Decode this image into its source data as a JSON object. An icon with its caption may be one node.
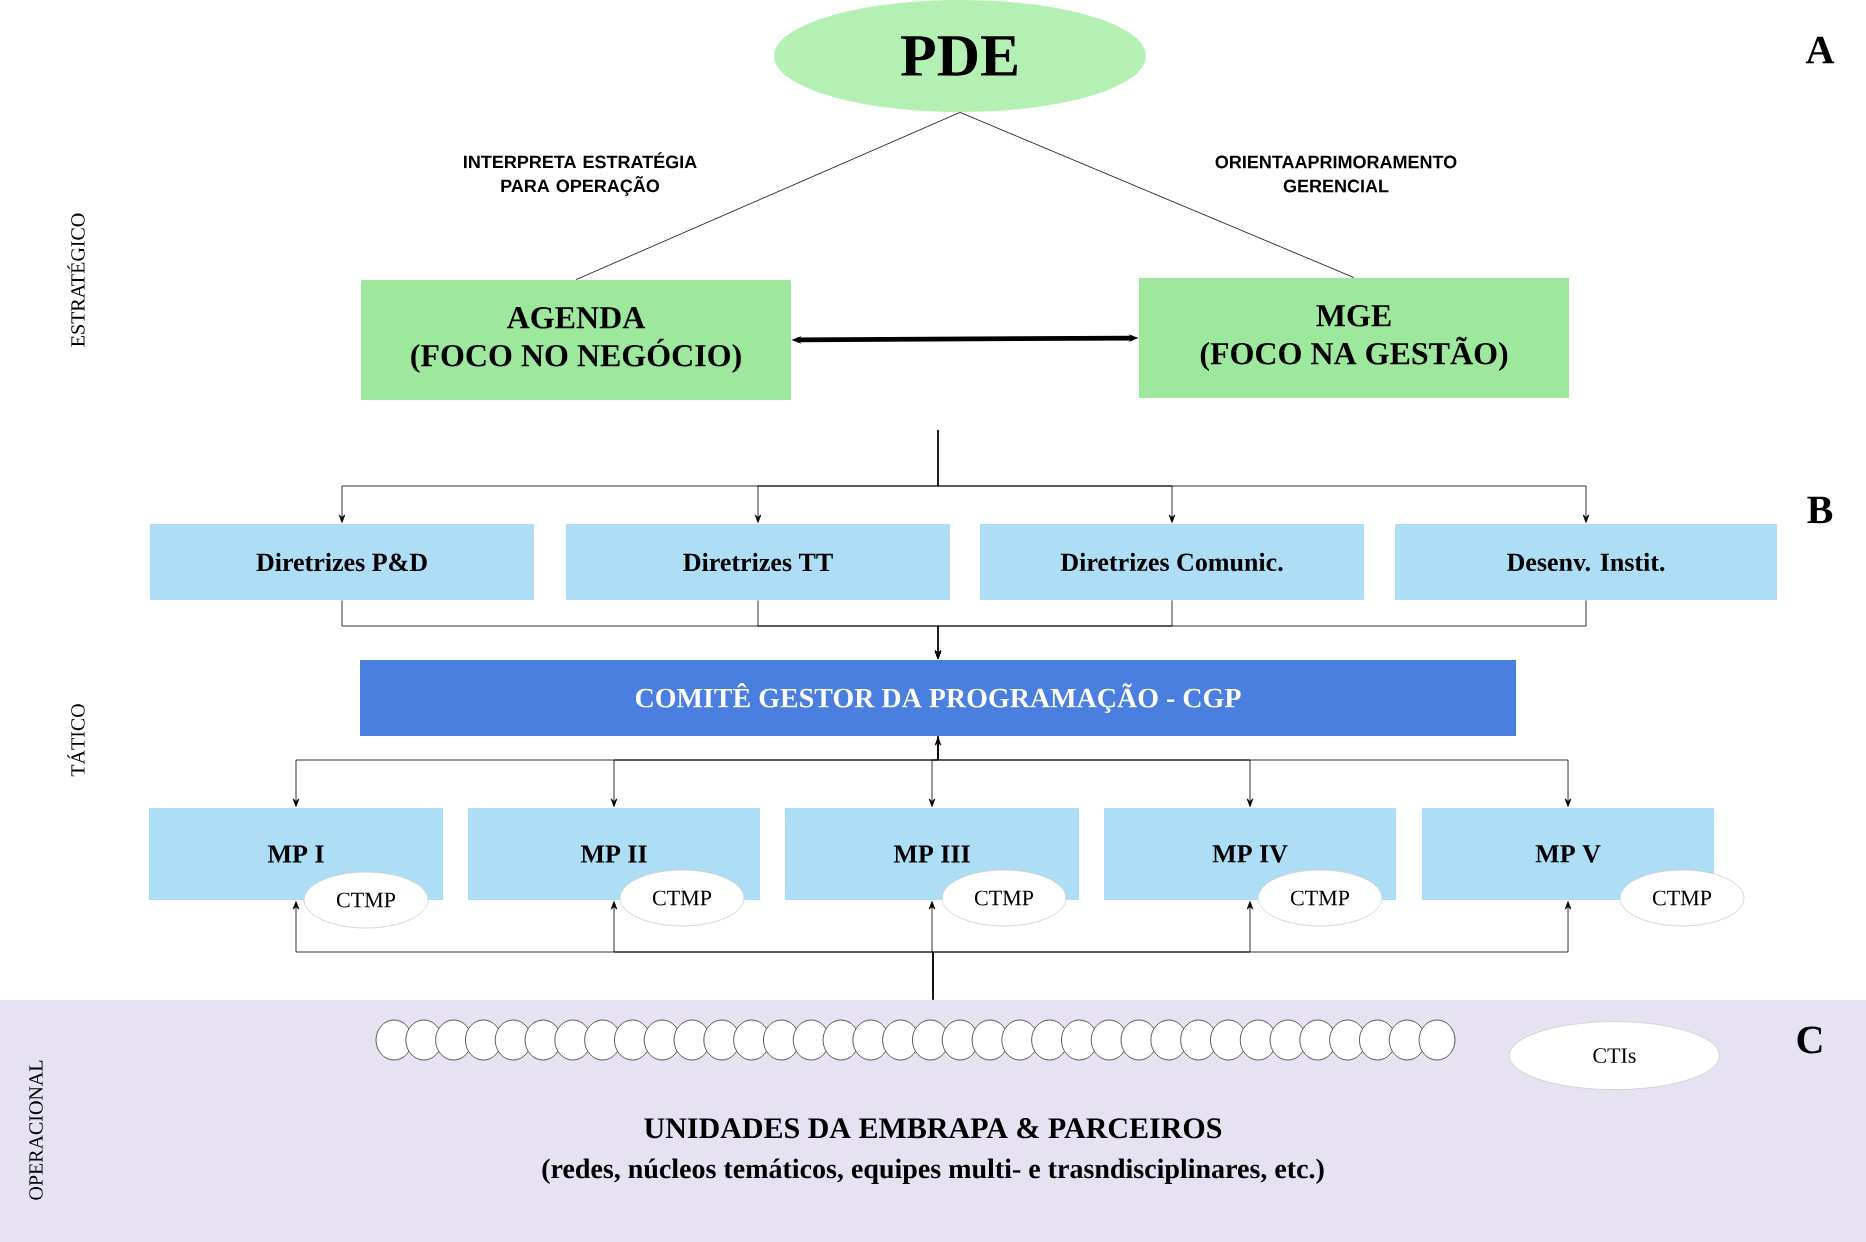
{
  "diagram": {
    "nodes": [
      {
        "text": [
          "PDE"
        ]
      },
      {
        "text": [
          "AGENDA",
          "(FOCO NO NEGÓCIO)"
        ]
      },
      {
        "text": [
          "MGE",
          "(FOCO NA GESTÃO)"
        ]
      },
      {
        "text": [
          "Diretrizes P&D"
        ]
      },
      {
        "text": [
          "Diretrizes TT"
        ]
      },
      {
        "text": [
          "Diretrizes Comunic."
        ]
      },
      {
        "text": [
          "Desenv. Instit."
        ]
      },
      {
        "text": [
          "COMITÊ GESTOR DA PROGRAMAÇÃO - CGP"
        ]
      },
      {
        "text": [
          "MP I"
        ]
      },
      {
        "text": [
          "MP II"
        ]
      },
      {
        "text": [
          "MP III"
        ]
      },
      {
        "text": [
          "MP IV"
        ]
      },
      {
        "text": [
          "MP V"
        ]
      },
      {
        "text": [
          "CTMP"
        ]
      },
      {
        "text": [
          "CTMP"
        ]
      },
      {
        "text": [
          "CTMP"
        ]
      },
      {
        "text": [
          "CTMP"
        ]
      },
      {
        "text": [
          "CTMP"
        ]
      },
      {
        "text": [
          "UNIDADES DA EMBRAPA & PARCEIROS",
          "(redes, núcleos temáticos, equipes multi- e trasndisciplinares, etc.)"
        ]
      },
      {
        "text": [
          "CTIs"
        ],
        "in": 18
      }
    ],
    "edges": [
      {
        "from": 0,
        "to": 1,
        "arrow": "none",
        "label": "INTERPRETA ESTRATÉGIA PARA OPERAÇÃO"
      },
      {
        "from": 0,
        "to": 2,
        "arrow": "none",
        "label": "ORIENTAAPRIMORAMENTO GERENCIAL"
      },
      {
        "from": 1,
        "to": 2,
        "arrow": "both",
        "style": "thick"
      },
      {
        "from": null,
        "to": 3,
        "arrow": "to"
      },
      {
        "from": null,
        "to": 4,
        "arrow": "to"
      },
      {
        "from": null,
        "to": 5,
        "arrow": "to"
      },
      {
        "from": null,
        "to": 6,
        "arrow": "to"
      },
      {
        "from": 3,
        "to": 7,
        "arrow": "to"
      },
      {
        "from": 4,
        "to": 7,
        "arrow": "to"
      },
      {
        "from": 5,
        "to": 7,
        "arrow": "to"
      },
      {
        "from": 6,
        "to": 7,
        "arrow": "to"
      },
      {
        "from": null,
        "to": 7,
        "arrow": "to"
      },
      {
        "from": 7,
        "to": 8,
        "arrow": "to"
      },
      {
        "from": 7,
        "to": 9,
        "arrow": "to"
      },
      {
        "from": 7,
        "to": 10,
        "arrow": "to"
      },
      {
        "from": 7,
        "to": 11,
        "arrow": "to"
      },
      {
        "from": 7,
        "to": 12,
        "arrow": "to"
      },
      {
        "from": 18,
        "to": 8,
        "arrow": "to"
      },
      {
        "from": 18,
        "to": 9,
        "arrow": "to"
      },
      {
        "from": 18,
        "to": 10,
        "arrow": "to"
      },
      {
        "from": 18,
        "to": 11,
        "arrow": "to"
      },
      {
        "from": 18,
        "to": 12,
        "arrow": "to"
      }
    ],
    "labels": [
      "A",
      "ESTRATÉGICO",
      "B",
      "TÁTICO",
      "C",
      "OPERACIONAL"
    ]
  }
}
